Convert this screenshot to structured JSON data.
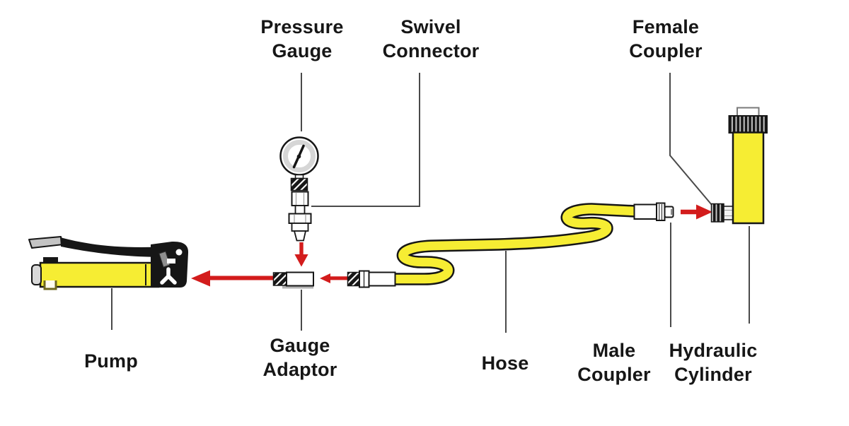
{
  "diagram": {
    "type": "labeled-illustration",
    "subject": "Hydraulic hand pump system components",
    "colors": {
      "hose_yellow": "#F6ED33",
      "arrow_red": "#D31C1C",
      "leader_gray": "#4A4A4A",
      "ink": "#161616"
    },
    "labels": {
      "pressure_gauge": {
        "line1": "Pressure",
        "line2": "Gauge"
      },
      "swivel_connector": {
        "line1": "Swivel",
        "line2": "Connector"
      },
      "female_coupler": {
        "line1": "Female",
        "line2": "Coupler"
      },
      "pump": {
        "line1": "Pump"
      },
      "gauge_adaptor": {
        "line1": "Gauge",
        "line2": "Adaptor"
      },
      "hose": {
        "line1": "Hose"
      },
      "male_coupler": {
        "line1": "Male",
        "line2": "Coupler"
      },
      "hydraulic_cylinder": {
        "line1": "Hydraulic",
        "line2": "Cylinder"
      }
    }
  }
}
